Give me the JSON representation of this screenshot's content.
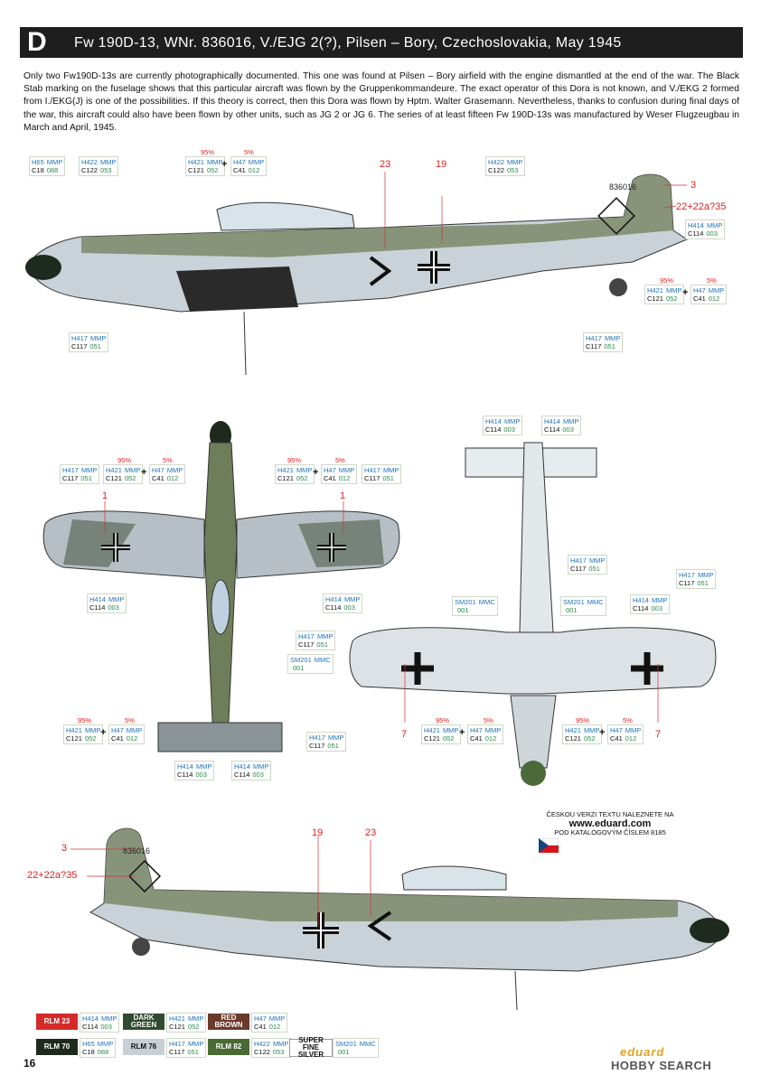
{
  "header": {
    "letter": "D",
    "title": "Fw 190D-13, WNr. 836016, V./EJG 2(?), Pilsen – Bory, Czechoslovakia, May 1945"
  },
  "intro": "Only two Fw190D-13s are currently photographically documented. This one was found at Pilsen – Bory airfield with the engine dismantled at the end of the war. The Black Stab marking on the fuselage shows that this particular aircraft was flown by the Gruppenkommandeure. The exact operator of this Dora is not known, and V./EKG 2 formed from I./EKG(J) is one of the possibilities. If this theory is correct, then this Dora was flown by Hptm. Walter Grasemann. Nevertheless, thanks to confusion during final days of the war, this aircraft could also have been flown by other units, such as JG 2 or JG 6. The series of at least fifteen Fw 190D-13s was manufactured by Weser Flugzeugbau in March and April, 1945.",
  "codes": {
    "h65": [
      "H65",
      "MMP",
      "C18",
      "088"
    ],
    "h422": [
      "H422",
      "MMP",
      "C122",
      "053"
    ],
    "h421": [
      "H421",
      "MMP",
      "C121",
      "052"
    ],
    "h47": [
      "H47",
      "MMP",
      "C41",
      "012"
    ],
    "h414": [
      "H414",
      "MMP",
      "C114",
      "003"
    ],
    "h417": [
      "H417",
      "MMP",
      "C117",
      "051"
    ],
    "sm201": [
      "SM201",
      "MMC",
      "",
      "001"
    ]
  },
  "labels": {
    "p95": "95%",
    "p5": "5%",
    "plus": "+",
    "n23": "23",
    "n19": "19",
    "n3": "3",
    "n2235": "22+22a?35",
    "n1": "1",
    "n7": "7",
    "serial": "836016"
  },
  "note": {
    "l1": "ČESKOU VERZI TEXTU NALEZNETE NA",
    "url": "www.eduard.com",
    "l2": "POD KATALOGOVÝM ČÍSLEM 8185"
  },
  "legend": [
    {
      "name": "RLM 23",
      "bg": "#d42a2a",
      "fg": "#fff",
      "h": "H414",
      "c": "C114",
      "n": "003"
    },
    {
      "name": "DARK GREEN",
      "bg": "#2f4a2e",
      "fg": "#fff",
      "h": "H421",
      "c": "C121",
      "n": "052"
    },
    {
      "name": "RED BROWN",
      "bg": "#6b3a2a",
      "fg": "#fff",
      "h": "H47",
      "c": "C41",
      "n": "012"
    },
    {
      "name": "RLM 70",
      "bg": "#1f2a1e",
      "fg": "#fff",
      "h": "H65",
      "c": "C18",
      "n": "088"
    },
    {
      "name": "RLM 76",
      "bg": "#c7d0d4",
      "fg": "#111",
      "h": "H417",
      "c": "C117",
      "n": "051"
    },
    {
      "name": "RLM 82",
      "bg": "#4a6a34",
      "fg": "#fff",
      "h": "H422",
      "c": "C122",
      "n": "053"
    },
    {
      "name": "SUPER FINE SILVER",
      "bg": "#fff",
      "fg": "#111",
      "h": "SM201",
      "c": "",
      "n": "001"
    }
  ],
  "page": "16",
  "brand": "eduard",
  "watermark": "HOBBY SEARCH"
}
